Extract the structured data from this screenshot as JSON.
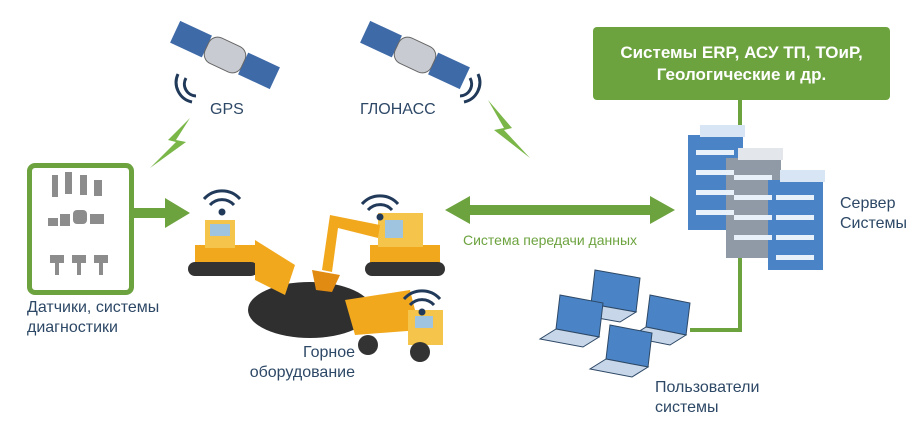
{
  "satellites": [
    {
      "label": "GPS"
    },
    {
      "label": "ГЛОНАСС"
    }
  ],
  "erp_box": {
    "line1": "Системы ERP, АСУ ТП, ТОиР,",
    "line2": "Геологические и др."
  },
  "sensors": {
    "line1": "Датчики, системы",
    "line2": "диагностики"
  },
  "equipment": {
    "line1": "Горное",
    "line2": "оборудование"
  },
  "transfer": {
    "label": "Система передачи данных"
  },
  "server": {
    "line1": "Сервер",
    "line2": "Системы"
  },
  "users": {
    "line1": "Пользователи",
    "line2": "системы"
  },
  "colors": {
    "accent": "#6da33f",
    "text": "#2d4866",
    "machine": "#f2a81d",
    "server": "#4a84c6"
  }
}
